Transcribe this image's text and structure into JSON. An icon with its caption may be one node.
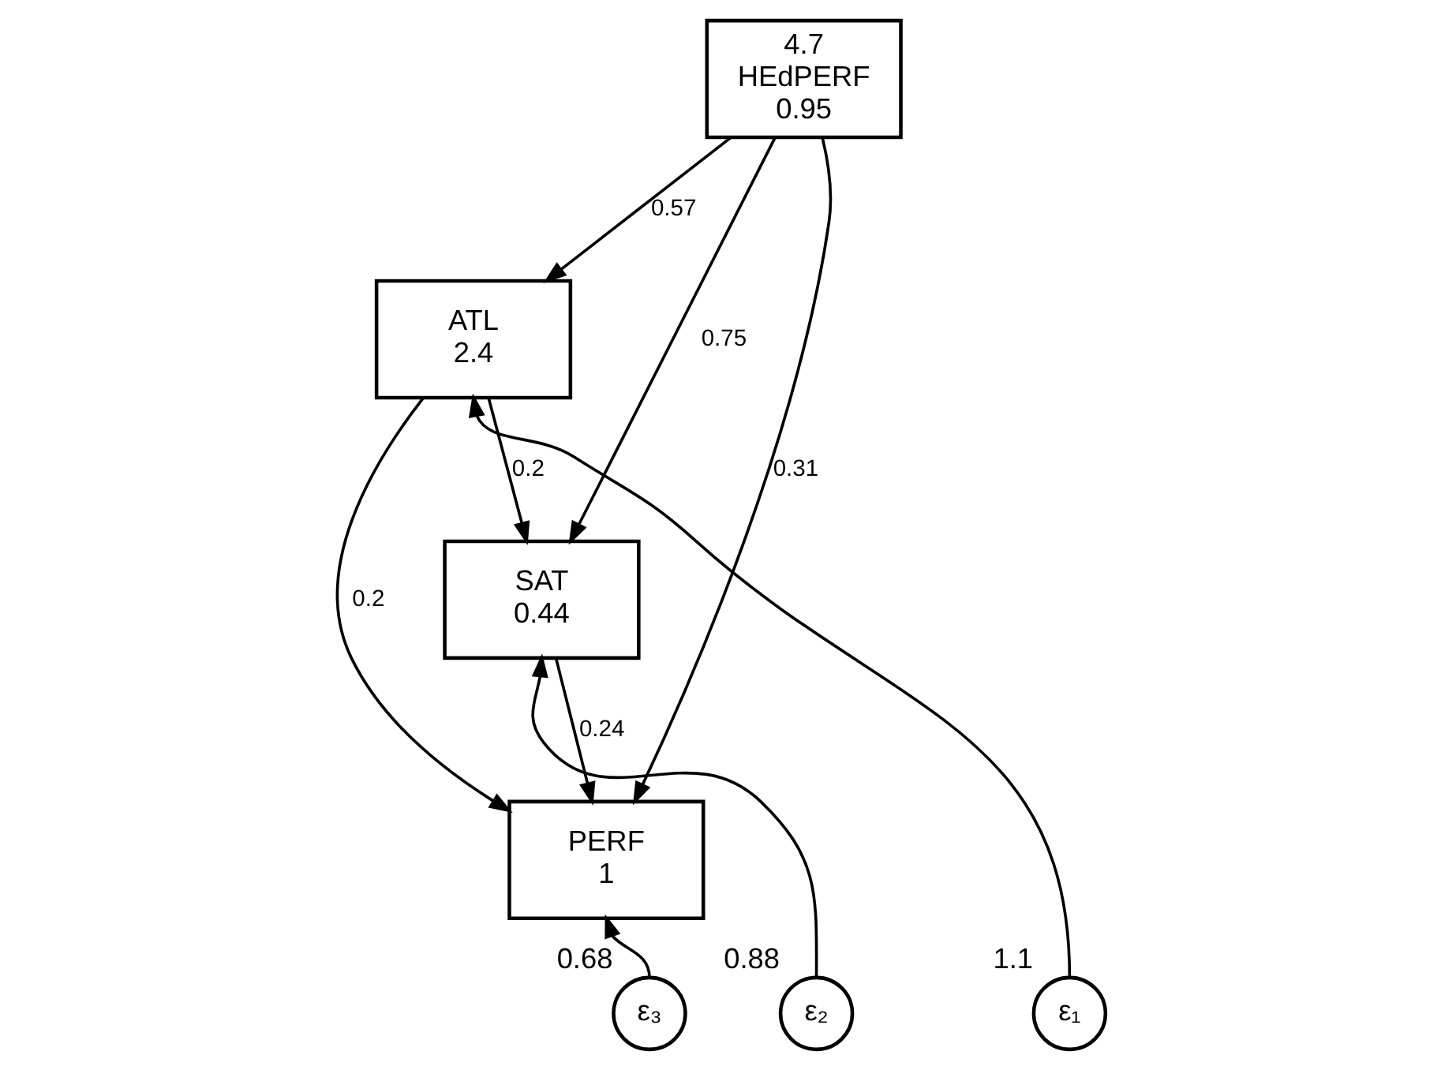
{
  "diagram": {
    "nodes": [
      {
        "text": [
          "4.7",
          "HEdPERF",
          "0.95"
        ]
      },
      {
        "text": [
          "ATL",
          "2.4"
        ]
      },
      {
        "text": [
          "SAT",
          "0.44"
        ]
      },
      {
        "text": [
          "PERF",
          "1"
        ]
      },
      {
        "text": [
          "ε₁"
        ],
        "beside": [
          "1.1"
        ]
      },
      {
        "text": [
          "ε₂"
        ],
        "beside": [
          "0.88"
        ]
      },
      {
        "text": [
          "ε₃"
        ],
        "beside": [
          "0.68"
        ]
      }
    ],
    "edges": [
      {
        "from": 0,
        "to": 2,
        "arrow": "to",
        "label": "0.75"
      },
      {
        "from": 0,
        "to": 1,
        "arrow": "to",
        "label": "0.57"
      },
      {
        "from": 0,
        "to": 3,
        "arrow": "to",
        "label": "0.31"
      },
      {
        "from": 1,
        "to": 2,
        "arrow": "to",
        "label": "0.2"
      },
      {
        "from": 1,
        "to": 3,
        "arrow": "to",
        "label": "0.2"
      },
      {
        "from": 2,
        "to": 3,
        "arrow": "to",
        "label": "0.24"
      },
      {
        "from": 4,
        "to": 1,
        "arrow": "to"
      },
      {
        "from": 5,
        "to": 2,
        "arrow": "to"
      },
      {
        "from": 6,
        "to": 3,
        "arrow": "to"
      }
    ]
  }
}
